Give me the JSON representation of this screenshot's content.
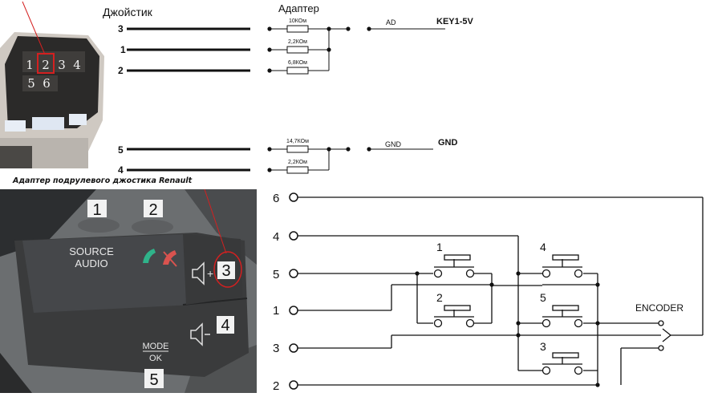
{
  "header": {
    "joystick_label": "Джойстик",
    "adapter_label": "Адаптер"
  },
  "adapter": {
    "top_wires": [
      "3",
      "1",
      "2"
    ],
    "top_resistors": [
      "10КОм",
      "2,2КОм",
      "6,8КОм"
    ],
    "top_out": "AD",
    "top_out_label": "KEY1-5V",
    "bottom_wires": [
      "5",
      "4"
    ],
    "bottom_resistors": [
      "14,7КОм",
      "2,2КОм"
    ],
    "bottom_out": "GND",
    "bottom_out_label": "GND"
  },
  "connector_photo": {
    "pins_row1": [
      "1",
      "2",
      "3",
      "4"
    ],
    "pins_row2": [
      "5",
      "6"
    ]
  },
  "caption": "Адаптер подрулевого джостика Renault",
  "joystick_photo": {
    "button_1": "1",
    "button_2": "2",
    "source_line1": "SOURCE",
    "source_line2": "AUDIO",
    "vol_up_plus": "+",
    "vol_up_num": "3",
    "vol_down_num": "4",
    "mode_line1": "MODE",
    "mode_line2": "OK",
    "mode_num": "5"
  },
  "schematic": {
    "terminals": [
      "6",
      "4",
      "5",
      "1",
      "3",
      "2"
    ],
    "switches": [
      "1",
      "2",
      "4",
      "5",
      "3"
    ],
    "encoder_label": "ENCODER"
  },
  "colors": {
    "red_marker": "#d42020",
    "photo_dark": "#3a3b3c",
    "photo_bg": "#6b6e70",
    "green_phone": "#2fb38a"
  }
}
